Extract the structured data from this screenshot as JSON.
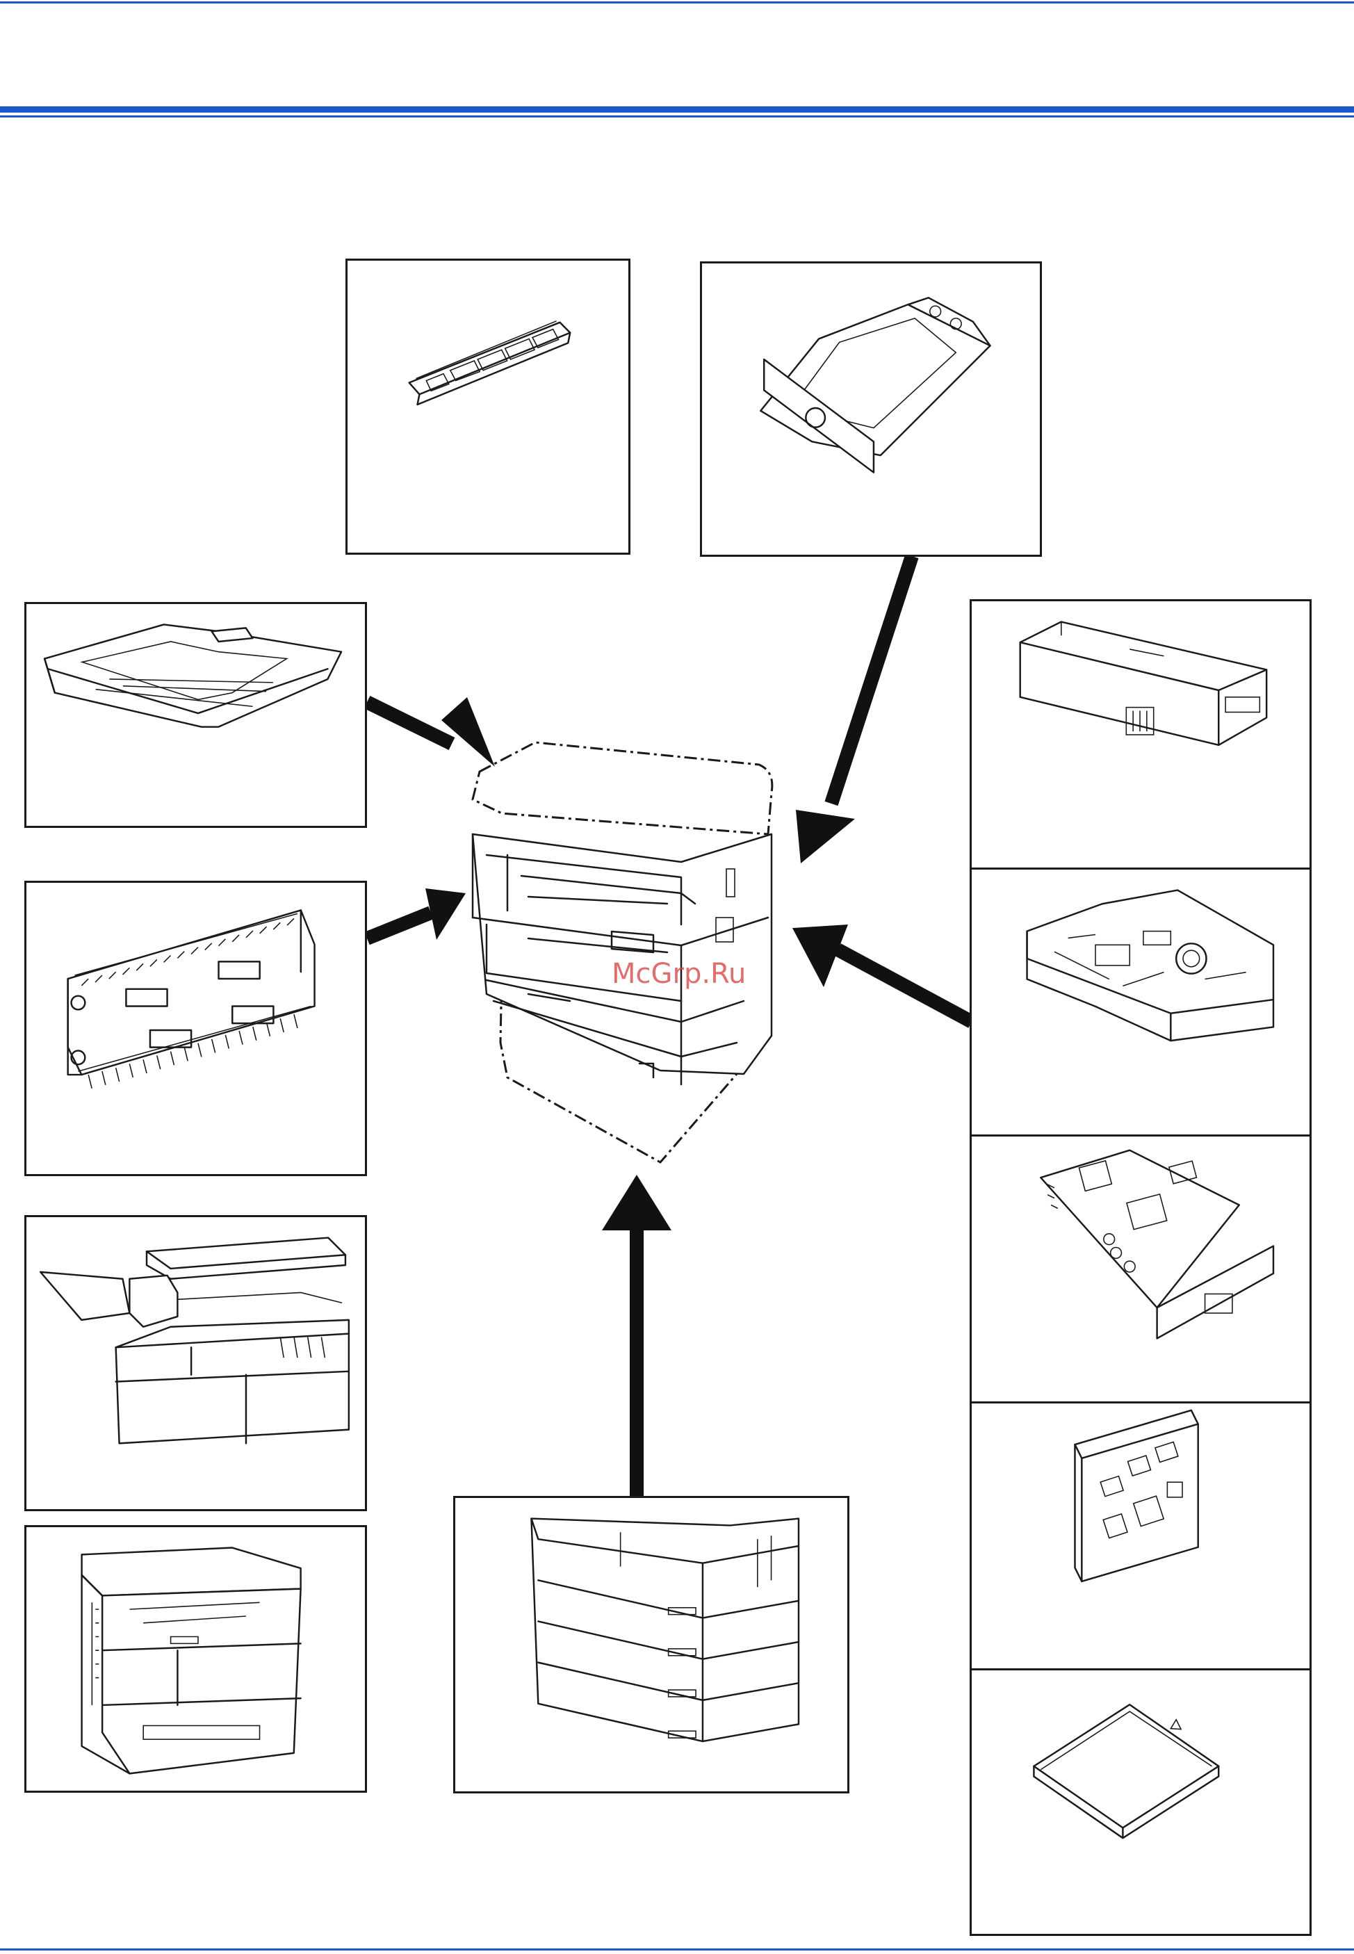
{
  "watermark": "McGrp.Ru",
  "colors": {
    "accent_rule": "#1a56cc",
    "line": "#1a1a1a"
  },
  "panels": [
    {
      "id": "memory-module",
      "icon": "memory-module-icon"
    },
    {
      "id": "hard-disk",
      "icon": "hard-disk-icon"
    },
    {
      "id": "document-processor",
      "icon": "document-processor-icon"
    },
    {
      "id": "duplex-unit",
      "icon": "duplex-unit-icon"
    },
    {
      "id": "finisher",
      "icon": "finisher-icon"
    },
    {
      "id": "copier-reference",
      "icon": "copier-icon"
    },
    {
      "id": "paper-feeder",
      "icon": "paper-feeder-icon"
    },
    {
      "id": "fax-kit",
      "icon": "fax-kit-icon"
    },
    {
      "id": "printer-board",
      "icon": "printer-board-icon"
    },
    {
      "id": "network-card",
      "icon": "network-card-icon"
    },
    {
      "id": "scanner-card",
      "icon": "scanner-card-icon"
    },
    {
      "id": "compact-flash",
      "icon": "compact-flash-icon"
    }
  ]
}
